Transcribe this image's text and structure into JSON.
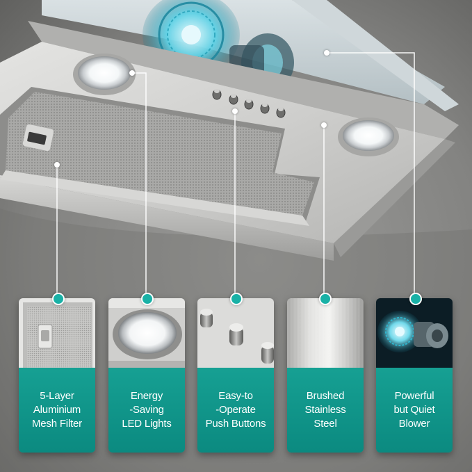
{
  "features": [
    {
      "id": "mesh-filter",
      "label": "5-Layer\nAluminium\nMesh Filter",
      "icon": "mesh-filter-photo"
    },
    {
      "id": "led-lights",
      "label": "Energy\n-Saving\nLED Lights",
      "icon": "led-light-photo"
    },
    {
      "id": "push-buttons",
      "label": "Easy-to\n-Operate\nPush Buttons",
      "icon": "push-button-photo"
    },
    {
      "id": "stainless-steel",
      "label": "Brushed\nStainless\nSteel",
      "icon": "steel-texture-photo"
    },
    {
      "id": "quiet-blower",
      "label": "Powerful\nbut Quiet\nBlower",
      "icon": "blower-motor-photo"
    }
  ],
  "colors": {
    "accent": "#19b1a6",
    "card_label_bg": "#0b8a80",
    "label_text": "#ffffff",
    "wall": "#7d7d7b",
    "steel": "#c9c9c7"
  }
}
